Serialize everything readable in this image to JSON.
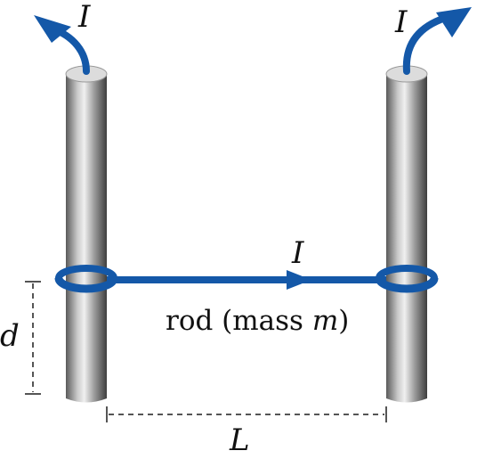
{
  "labels": {
    "current_left": "I",
    "current_right": "I",
    "current_rod": "I",
    "rod_text": "rod (mass ",
    "rod_mass_symbol": "m",
    "rod_close": ")",
    "distance_d": "d",
    "length_L": "L"
  },
  "colors": {
    "current_blue": "#1458a8",
    "rail_light": "#ededed",
    "rail_mid": "#a8a8a8",
    "rail_dark": "#4a4a4a",
    "dimension_line": "#555555"
  }
}
